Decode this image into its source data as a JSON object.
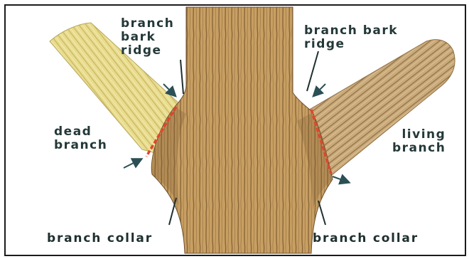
{
  "colors": {
    "trunk": "#c49a5e",
    "trunk_dark": "#7a5a32",
    "dead_branch": "#e6d98a",
    "living_branch": "#c9a978",
    "cut_line": "#e0462e",
    "arrow": "#2b4f55",
    "label_text": "#243838"
  },
  "labels": {
    "branch_bark_ridge_left": [
      "branch",
      "bark",
      "ridge"
    ],
    "branch_bark_ridge_right": [
      "branch bark",
      "ridge"
    ],
    "dead_branch": [
      "dead",
      "branch"
    ],
    "living_branch": [
      "living",
      "branch"
    ],
    "branch_collar_left": "branch collar",
    "branch_collar_right": "branch collar"
  }
}
